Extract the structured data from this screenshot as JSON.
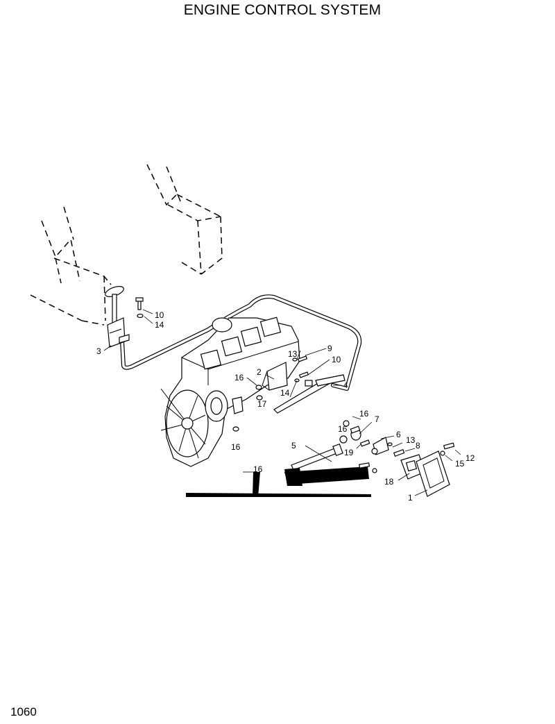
{
  "header": {
    "title": "ENGINE CONTROL SYSTEM"
  },
  "footer": {
    "page_number": "1060"
  },
  "callouts": [
    {
      "label": "10"
    },
    {
      "label": "14"
    },
    {
      "label": "3"
    },
    {
      "label": "9"
    },
    {
      "label": "13"
    },
    {
      "label": "10"
    },
    {
      "label": "2"
    },
    {
      "label": "16"
    },
    {
      "label": "4"
    },
    {
      "label": "14"
    },
    {
      "label": "17"
    },
    {
      "label": "16"
    },
    {
      "label": "16"
    },
    {
      "label": "7"
    },
    {
      "label": "16"
    },
    {
      "label": "6"
    },
    {
      "label": "13"
    },
    {
      "label": "5"
    },
    {
      "label": "19"
    },
    {
      "label": "8"
    },
    {
      "label": "12"
    },
    {
      "label": "15"
    },
    {
      "label": "16"
    },
    {
      "label": "18"
    },
    {
      "label": "1"
    }
  ]
}
